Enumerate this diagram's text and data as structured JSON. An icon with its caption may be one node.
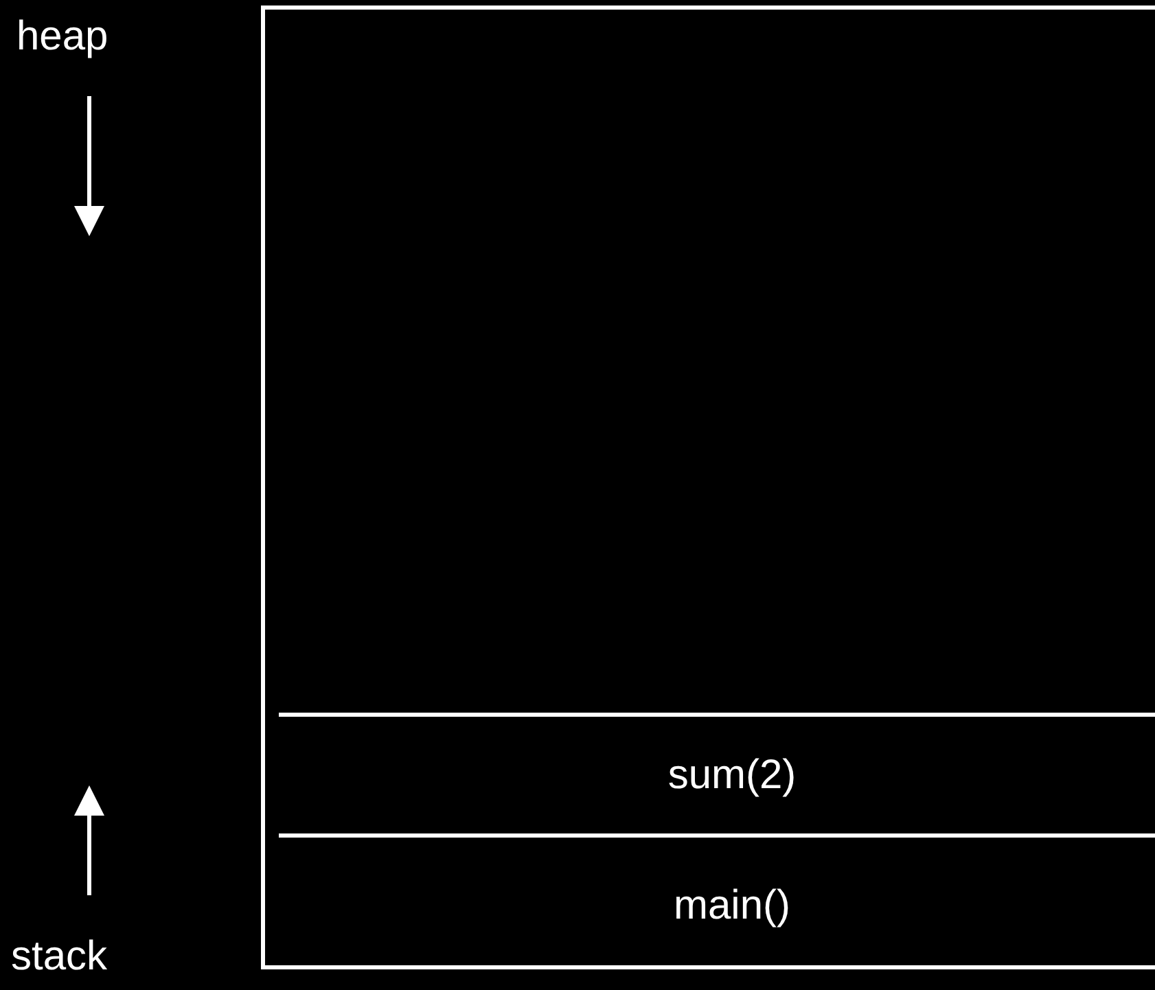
{
  "diagram": {
    "nodes": [
      {
        "text": [],
        "shape": "box"
      },
      {
        "text": [
          "sum(2)"
        ],
        "in": 0
      },
      {
        "text": [
          "main()"
        ],
        "in": 0
      }
    ],
    "labels": [
      "heap",
      "stack"
    ]
  }
}
